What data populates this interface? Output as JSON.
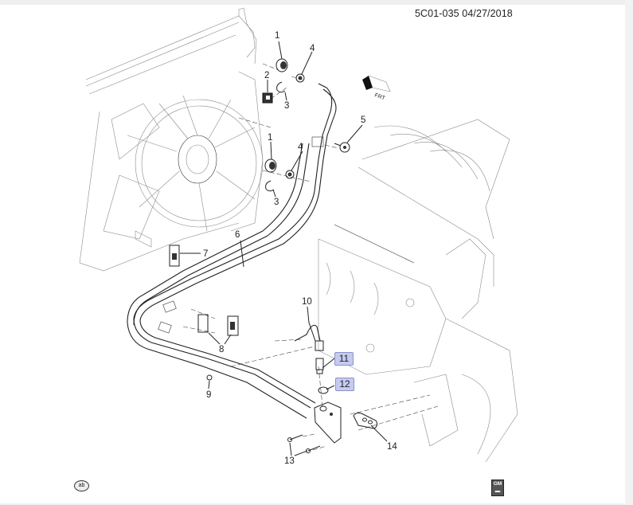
{
  "document": {
    "id_and_date": "5C01-035  04/27/2018",
    "direction_indicator": "FRT"
  },
  "callouts": [
    {
      "number": "1",
      "highlighted": false
    },
    {
      "number": "2",
      "highlighted": false
    },
    {
      "number": "3",
      "highlighted": false
    },
    {
      "number": "4",
      "highlighted": false
    },
    {
      "number": "5",
      "highlighted": false
    },
    {
      "number": "6",
      "highlighted": false
    },
    {
      "number": "7",
      "highlighted": false
    },
    {
      "number": "8",
      "highlighted": false
    },
    {
      "number": "9",
      "highlighted": false
    },
    {
      "number": "10",
      "highlighted": false
    },
    {
      "number": "11",
      "highlighted": true
    },
    {
      "number": "12",
      "highlighted": true
    },
    {
      "number": "13",
      "highlighted": false
    },
    {
      "number": "14",
      "highlighted": false
    }
  ],
  "callout_labels": {
    "c1a": "1",
    "c1b": "1",
    "c2": "2",
    "c3a": "3",
    "c3b": "3",
    "c4a": "4",
    "c4b": "4",
    "c5": "5",
    "c6": "6",
    "c7": "7",
    "c8": "8",
    "c9": "9",
    "c10": "10",
    "c11": "11",
    "c12": "12",
    "c13": "13",
    "c14": "14"
  },
  "footer": {
    "ab_badge": "ab",
    "gm_logo_top": "GM",
    "gm_logo_bottom": "▬"
  },
  "colors": {
    "highlight_fill": "#c5cbf0",
    "highlight_border": "#8b93c9",
    "line": "#222222"
  }
}
